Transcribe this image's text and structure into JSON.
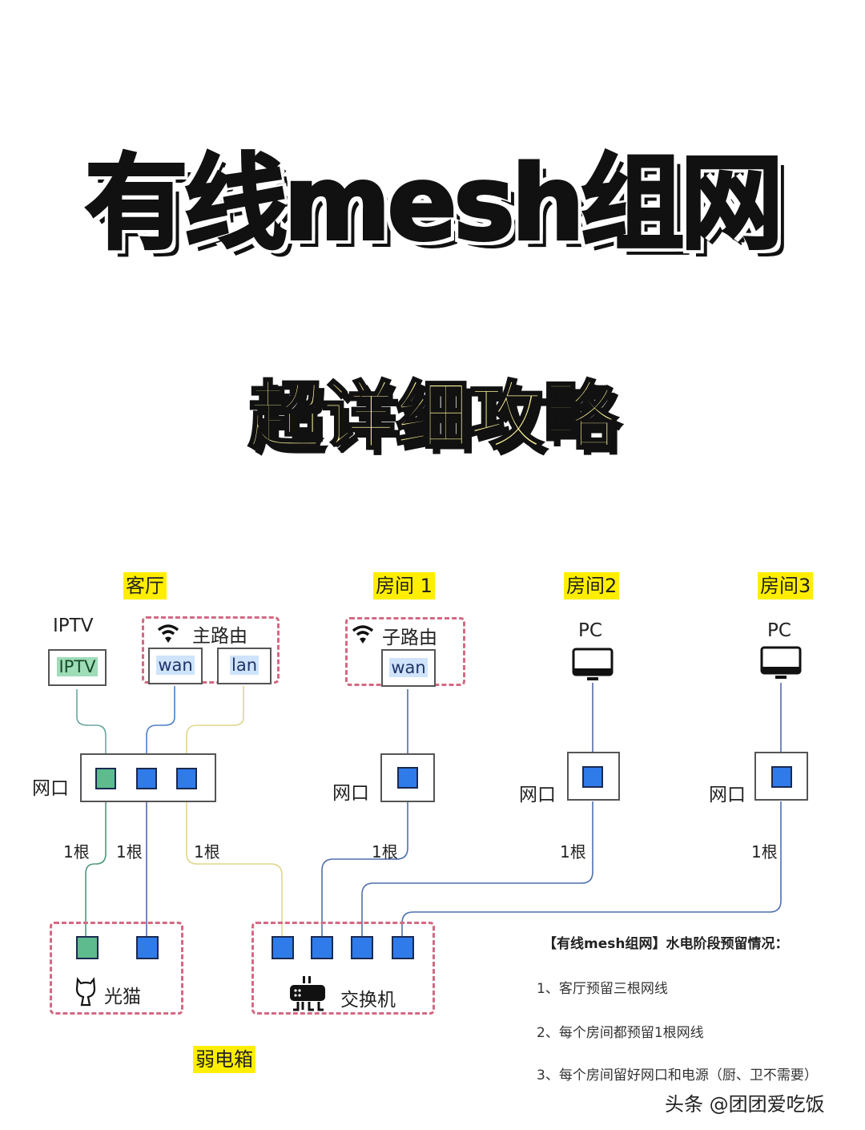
{
  "title": "有线mesh组网",
  "subtitle": "超详细攻略",
  "rooms": {
    "living": "客厅",
    "room1": "房间 1",
    "room2": "房间2",
    "room3": "房间3"
  },
  "devices": {
    "iptv_label": "IPTV",
    "iptv_port": "IPTV",
    "main_router": "主路由",
    "sub_router": "子路由",
    "wan": "wan",
    "lan": "lan",
    "pc": "PC"
  },
  "wall_port": "网口",
  "cable": "1根",
  "modem": "光猫",
  "switch": "交换机",
  "weak_box": "弱电箱",
  "notes": {
    "heading": "【有线mesh组网】水电阶段预留情况：",
    "items": [
      "1、客厅预留三根网线",
      "2、每个房间都预留1根网线",
      "3、每个房间留好网口和电源（厨、卫不需要）"
    ]
  },
  "watermark": "头条 @团团爱吃饭",
  "colors": {
    "port_blue": "#2f7bea",
    "port_green": "#5dbb8d",
    "dashed": "#d26a82",
    "highlight": "#ffee00"
  }
}
